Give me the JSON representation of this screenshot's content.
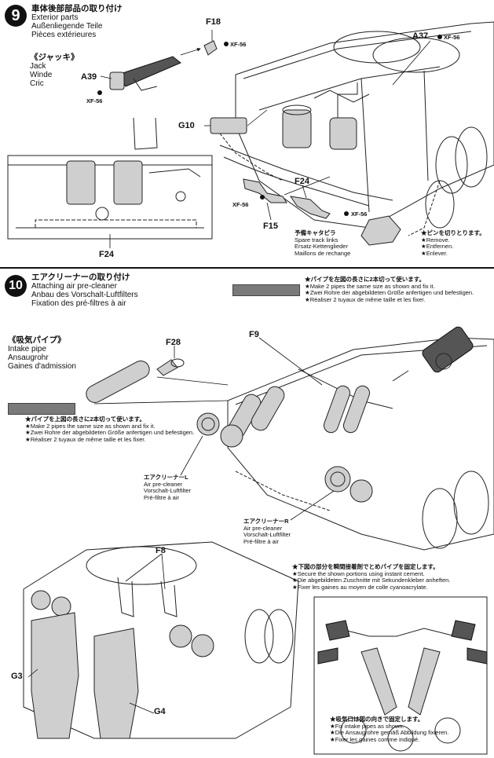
{
  "step9": {
    "number": "9",
    "title": {
      "jp": "車体後部部品の取り付け",
      "en": "Exterior parts",
      "de": "Außenliegende Teile",
      "fr": "Pièces extérieures"
    },
    "jack": {
      "jp": "《ジャッキ》",
      "en": "Jack",
      "de": "Winde",
      "fr": "Cric"
    },
    "parts": {
      "f18": "F18",
      "a39": "A39",
      "a37": "A37",
      "g10": "G10",
      "f24_a": "F24",
      "f24_b": "F24",
      "f15": "F15"
    },
    "paints": {
      "p1": "XF-56",
      "p2": "XF-56",
      "p3": "XF-56",
      "p4": "XF-56",
      "p5": "XF-56"
    },
    "spare_track": {
      "jp": "予備キャタピラ",
      "en": "Spare track links",
      "de": "Ersatz-Kettenglieder",
      "fr": "Maillons de rechange"
    },
    "pin_note": {
      "jp": "★ピンを切りとります。",
      "en": "★Remove.",
      "de": "★Entfernen.",
      "fr": "★Enlever."
    }
  },
  "step10": {
    "number": "10",
    "title": {
      "jp": "エアクリーナーの取り付け",
      "en": "Attaching air pre-cleaner",
      "de": "Anbau des Vorschalt-Luftfilters",
      "fr": "Fixation des pré-filtres à air"
    },
    "pipe_note_top": {
      "jp": "★パイプを左図の長さに2本切って使います。",
      "en": "★Make 2 pipes the same size as shown and fix it.",
      "de": "★Zwei Rohre der abgebildeten Größe anfertigen und befestigen.",
      "fr": "★Réaliser 2 tuyaux de même taille et les fixer."
    },
    "intake": {
      "jp": "《吸気パイプ》",
      "en": "Intake pipe",
      "de": "Ansaugrohr",
      "fr": "Gaines d'admission"
    },
    "pipe_note_left": {
      "jp": "★パイプを上図の長さに2本切って使います。",
      "en": "★Make 2 pipes the same size as shown and fix it.",
      "de": "★Zwei Rohre der abgebildeten Größe anfertigen und befestigen.",
      "fr": "★Réaliser 2 tuyaux de même taille et les fixer."
    },
    "parts": {
      "f28": "F28",
      "f9": "F9",
      "f8": "F8",
      "g3": "G3",
      "g4": "G4"
    },
    "cleaner_l": {
      "jp": "エアクリーナーL",
      "en": "Air pre-cleaner",
      "de": "Vorschalt-Luftfilter",
      "fr": "Pré-filtre à air"
    },
    "cleaner_r": {
      "jp": "エアクリーナーR",
      "en": "Air pre-cleaner",
      "de": "Vorschalt-Luftfilter",
      "fr": "Pré-filtre à air"
    },
    "cement_note": {
      "jp": "★下図の部分を瞬間接着剤でとめパイプを固定します。",
      "en": "★Secure the shown portions using instant cement.",
      "de": "★Die abgebildeten Zuschnitte mit Sekundenkleber anheften.",
      "fr": "★Fixer les gaines au moyen de colle cyanoacrylate."
    },
    "fix_note": {
      "jp": "★吸気口は図の向きで固定します。",
      "en": "★Fix intake pipes as shown.",
      "de": "★Die Ansaugrohre gemäß Abbildung fixieren.",
      "fr": "★Fixer les gaines comme indiqué."
    }
  }
}
